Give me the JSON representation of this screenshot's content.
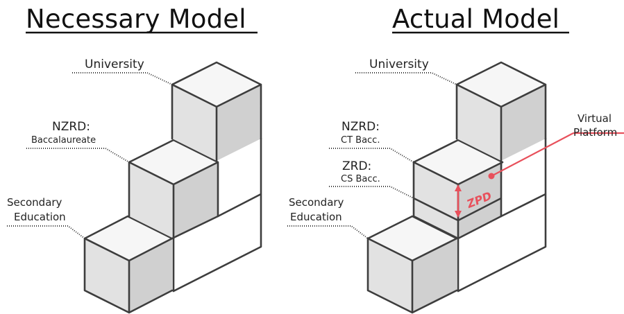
{
  "left_diagram": {
    "title": "Necessary Model",
    "labels": {
      "university": "University",
      "nzrd_line1": "NZRD:",
      "nzrd_line2": "Baccalaureate",
      "secondary_line1": "Secondary",
      "secondary_line2": "Education"
    }
  },
  "right_diagram": {
    "title": "Actual Model",
    "labels": {
      "university": "University",
      "nzrd_line1": "NZRD:",
      "nzrd_line2": "CT Bacc.",
      "zrd_line1": "ZRD:",
      "zrd_line2": "CS Bacc.",
      "secondary_line1": "Secondary",
      "secondary_line2": "Education",
      "virtual_line1": "Virtual",
      "virtual_line2": "Platform",
      "zpd": "ZPD"
    }
  },
  "colors": {
    "accent": "#e8505b",
    "cube_top": "#f6f6f6",
    "cube_left": "#e2e2e2",
    "cube_right": "#d0d0d0",
    "edge": "#3d3d3d"
  }
}
